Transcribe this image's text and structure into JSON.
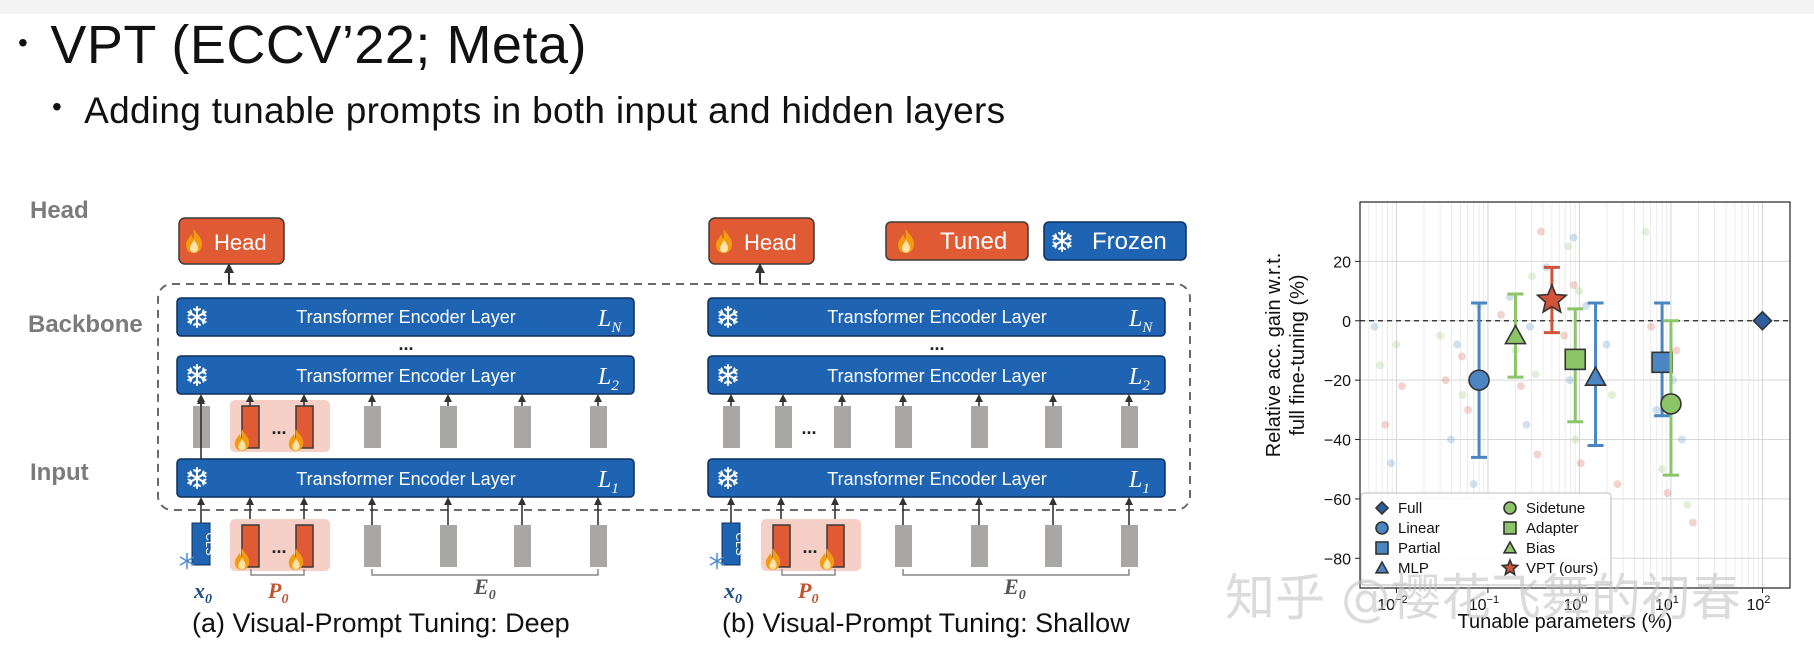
{
  "slide": {
    "title": "VPT (ECCV’22; Meta)",
    "subtitle": "Adding tunable prompts in both input and hidden layers"
  },
  "diagram": {
    "row_labels": {
      "head": "Head",
      "backbone": "Backbone",
      "input": "Input"
    },
    "head_label": "Head",
    "legend": {
      "tuned": "Tuned",
      "frozen": "Frozen"
    },
    "encoder_label": "Transformer Encoder Layer",
    "layers": {
      "ln": "L",
      "ln_sub": "N",
      "l2": "L",
      "l2_sub": "2",
      "l1": "L",
      "l1_sub": "1"
    },
    "ellipsis": "...",
    "cls": "CLS",
    "x0": "x",
    "x0_sub": "0",
    "p0": "P",
    "p0_sub": "0",
    "e0": "E",
    "e0_sub": "0",
    "caption_deep": "(a) Visual-Prompt Tuning:  Deep",
    "caption_shallow": "(b) Visual-Prompt Tuning:  Shallow",
    "colors": {
      "tuned": "#e05a34",
      "frozen": "#1f63b3",
      "token": "#a9a6a6",
      "prompt_bg": "#f6cfc6",
      "head_label": "#7b7b7b"
    }
  },
  "chart_data": {
    "type": "scatter",
    "xlabel": "Tunable parameters (%)",
    "ylabel_line1": "Relative acc. gain w.r.t.",
    "ylabel_line2": "full fine-tuning (%)",
    "xscale": "log",
    "xlim": [
      0.004,
      200
    ],
    "ylim": [
      -90,
      40
    ],
    "xticks": [
      {
        "base": "10",
        "exp": "−2",
        "v": 0.01
      },
      {
        "base": "10",
        "exp": "−1",
        "v": 0.1
      },
      {
        "base": "10",
        "exp": "0",
        "v": 1
      },
      {
        "base": "10",
        "exp": "1",
        "v": 10
      },
      {
        "base": "10",
        "exp": "2",
        "v": 100
      }
    ],
    "yticks": [
      20,
      0,
      -20,
      -40,
      -60,
      -80
    ],
    "grid": true,
    "legend_position": "bottom-left",
    "legend": [
      {
        "label": "Full",
        "marker": "diamond"
      },
      {
        "label": "Sidetune",
        "marker": "circle"
      },
      {
        "label": "Linear",
        "marker": "circle"
      },
      {
        "label": "Adapter",
        "marker": "square"
      },
      {
        "label": "Partial",
        "marker": "square"
      },
      {
        "label": "Bias",
        "marker": "triangle"
      },
      {
        "label": "MLP",
        "marker": "triangle"
      },
      {
        "label": "VPT (ours)",
        "marker": "star"
      }
    ],
    "series": [
      {
        "name": "Full",
        "marker": "diamond",
        "color": "#2f5e9e",
        "x": 100,
        "y": 0
      },
      {
        "name": "Linear",
        "marker": "circle",
        "color": "#4b86c2",
        "x": 0.08,
        "y": -20,
        "err": [
          -46,
          6
        ]
      },
      {
        "name": "Partial",
        "marker": "square",
        "color": "#4b86c2",
        "x": 8,
        "y": -14,
        "err": [
          -32,
          6
        ]
      },
      {
        "name": "MLP",
        "marker": "triangle",
        "color": "#4b86c2",
        "x": 1.5,
        "y": -19,
        "err": [
          -42,
          6
        ]
      },
      {
        "name": "Sidetune",
        "marker": "circle",
        "color": "#8cc46a",
        "x": 10,
        "y": -28,
        "err": [
          -52,
          0
        ]
      },
      {
        "name": "Adapter",
        "marker": "square",
        "color": "#8cc46a",
        "x": 0.9,
        "y": -13,
        "err": [
          -34,
          4
        ]
      },
      {
        "name": "Bias",
        "marker": "triangle",
        "color": "#8cc46a",
        "x": 0.2,
        "y": -5,
        "err": [
          -19,
          9
        ]
      },
      {
        "name": "VPT (ours)",
        "marker": "star",
        "color": "#d0533a",
        "x": 0.5,
        "y": 7,
        "err": [
          -4,
          18
        ]
      }
    ]
  },
  "watermark": "知乎 @樱花飞舞的初春"
}
